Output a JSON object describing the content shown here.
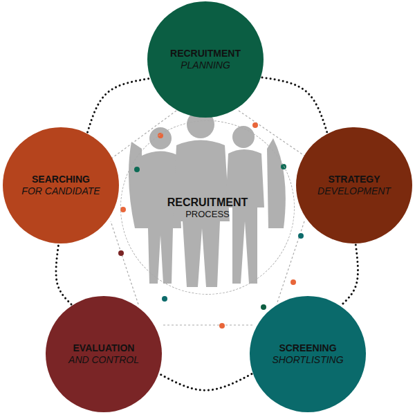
{
  "diagram": {
    "nodes": [
      {
        "text": [
          "RECRUITMENT",
          "PLANNING"
        ]
      },
      {
        "text": [
          "STRATEGY",
          "DEVELOPMENT"
        ]
      },
      {
        "text": [
          "SCREENING",
          "SHORTLISTING"
        ]
      },
      {
        "text": [
          "EVALUATION",
          "AND CONTROL"
        ]
      },
      {
        "text": [
          "SEARCHING",
          "FOR CANDIDATE"
        ]
      },
      {
        "text": [
          "RECRUITMENT",
          "PROCESS"
        ]
      }
    ],
    "edges": [
      {
        "from": 0,
        "to": 1,
        "arrow": "none"
      },
      {
        "from": 1,
        "to": 2,
        "arrow": "none"
      },
      {
        "from": 2,
        "to": 3,
        "arrow": "none"
      },
      {
        "from": 3,
        "to": 4,
        "arrow": "none"
      },
      {
        "from": 4,
        "to": 0,
        "arrow": "none"
      }
    ]
  }
}
